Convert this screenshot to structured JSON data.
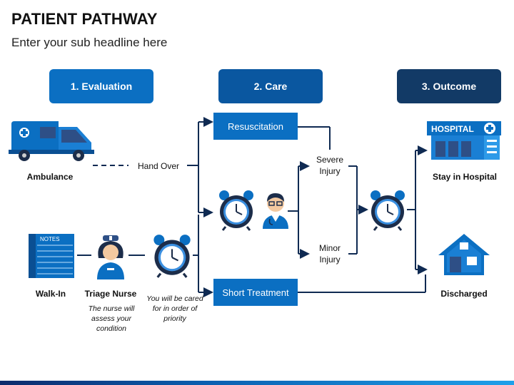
{
  "title": "PATIENT PATHWAY",
  "subtitle": "Enter your sub headline here",
  "phases": [
    {
      "label": "1. Evaluation",
      "color": "#0b6fc2"
    },
    {
      "label": "2. Care",
      "color": "#0a57a0"
    },
    {
      "label": "3. Outcome",
      "color": "#123a66"
    }
  ],
  "nodes": {
    "ambulance": "Ambulance",
    "hand_over": "Hand Over",
    "resuscitation": "Resuscitation",
    "severe_injury": "Severe\nInjury",
    "minor_injury": "Minor\nInjury",
    "short_treatment": "Short Treatment",
    "walk_in": "Walk-In",
    "triage_nurse": "Triage Nurse",
    "triage_note": "The nurse will assess your condition",
    "priority_note": "You will be cared for in order of priority",
    "stay_in_hospital": "Stay in Hospital",
    "discharged": "Discharged",
    "hospital_sign": "HOSPITAL",
    "notes_label": "NOTES"
  },
  "colors": {
    "primary": "#0b6fc2",
    "dark": "#123a66",
    "line": "#0f2a52"
  }
}
